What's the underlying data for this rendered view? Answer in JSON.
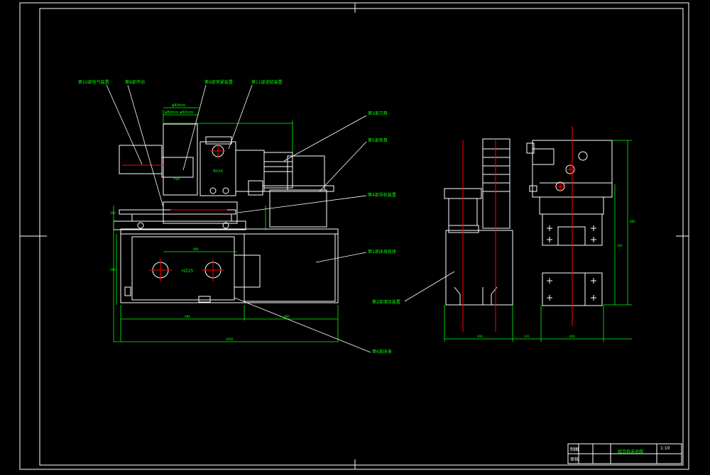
{
  "colors": {
    "background": "#000000",
    "outline": "#ffffff",
    "dimension": "#00ff00",
    "centerline": "#ff0000",
    "label": "#00ff00"
  },
  "callouts": {
    "electric_control": "第10部电气装置",
    "transmission": "第8部传动",
    "clamp_device": "第9部夹紧装置",
    "feed_device": "第11部进给装置",
    "tool": "第3部刀具",
    "fixture": "第5部夹具",
    "guide": "第4部导轨装置",
    "bed_base": "第1部床身底座",
    "hydraulic": "第2部液压装置",
    "bed": "第6部床身"
  },
  "dimensions": {
    "top_a": "φ80mm",
    "top_b": "φ80mm   φ80mm",
    "motor_label": "Y90",
    "box_label": "ΦXXX",
    "bed_label": "HZ25",
    "dim_mid": "880",
    "dim_bottom_a": "480",
    "dim_bottom_b": "680",
    "dim_total": "2000",
    "dim_left_a": "160",
    "dim_left_b": "560",
    "side_dim_a": "400",
    "side_dim_b": "120",
    "side_dim_c": "400",
    "side_dim_right_a": "880",
    "side_dim_right_b": "560"
  },
  "title_block": {
    "name": "组合机床总图",
    "scale": "1:10",
    "row1": "制图",
    "row2": "审核"
  }
}
